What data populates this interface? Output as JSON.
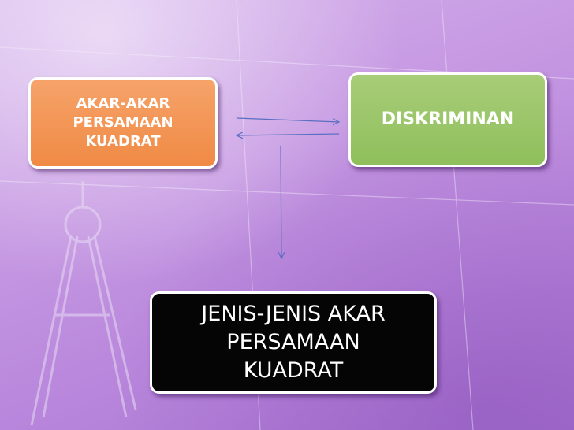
{
  "diagram": {
    "nodes": {
      "roots": {
        "label": "AKAR-AKAR\nPERSAMAAN\nKUADRAT",
        "color": "#f08a45"
      },
      "discriminant": {
        "label": "DISKRIMINAN",
        "color": "#8fbf5c"
      },
      "root_types": {
        "label": "JENIS-JENIS AKAR\nPERSAMAAN\nKUADRAT",
        "color": "#050505"
      }
    },
    "edges": [
      {
        "from": "roots",
        "to": "discriminant"
      },
      {
        "from": "discriminant",
        "to": "roots"
      },
      {
        "from": "discriminant",
        "to": "root_types"
      }
    ],
    "background_color": "#c79ae3",
    "arrow_color": "#5a6fc2"
  }
}
